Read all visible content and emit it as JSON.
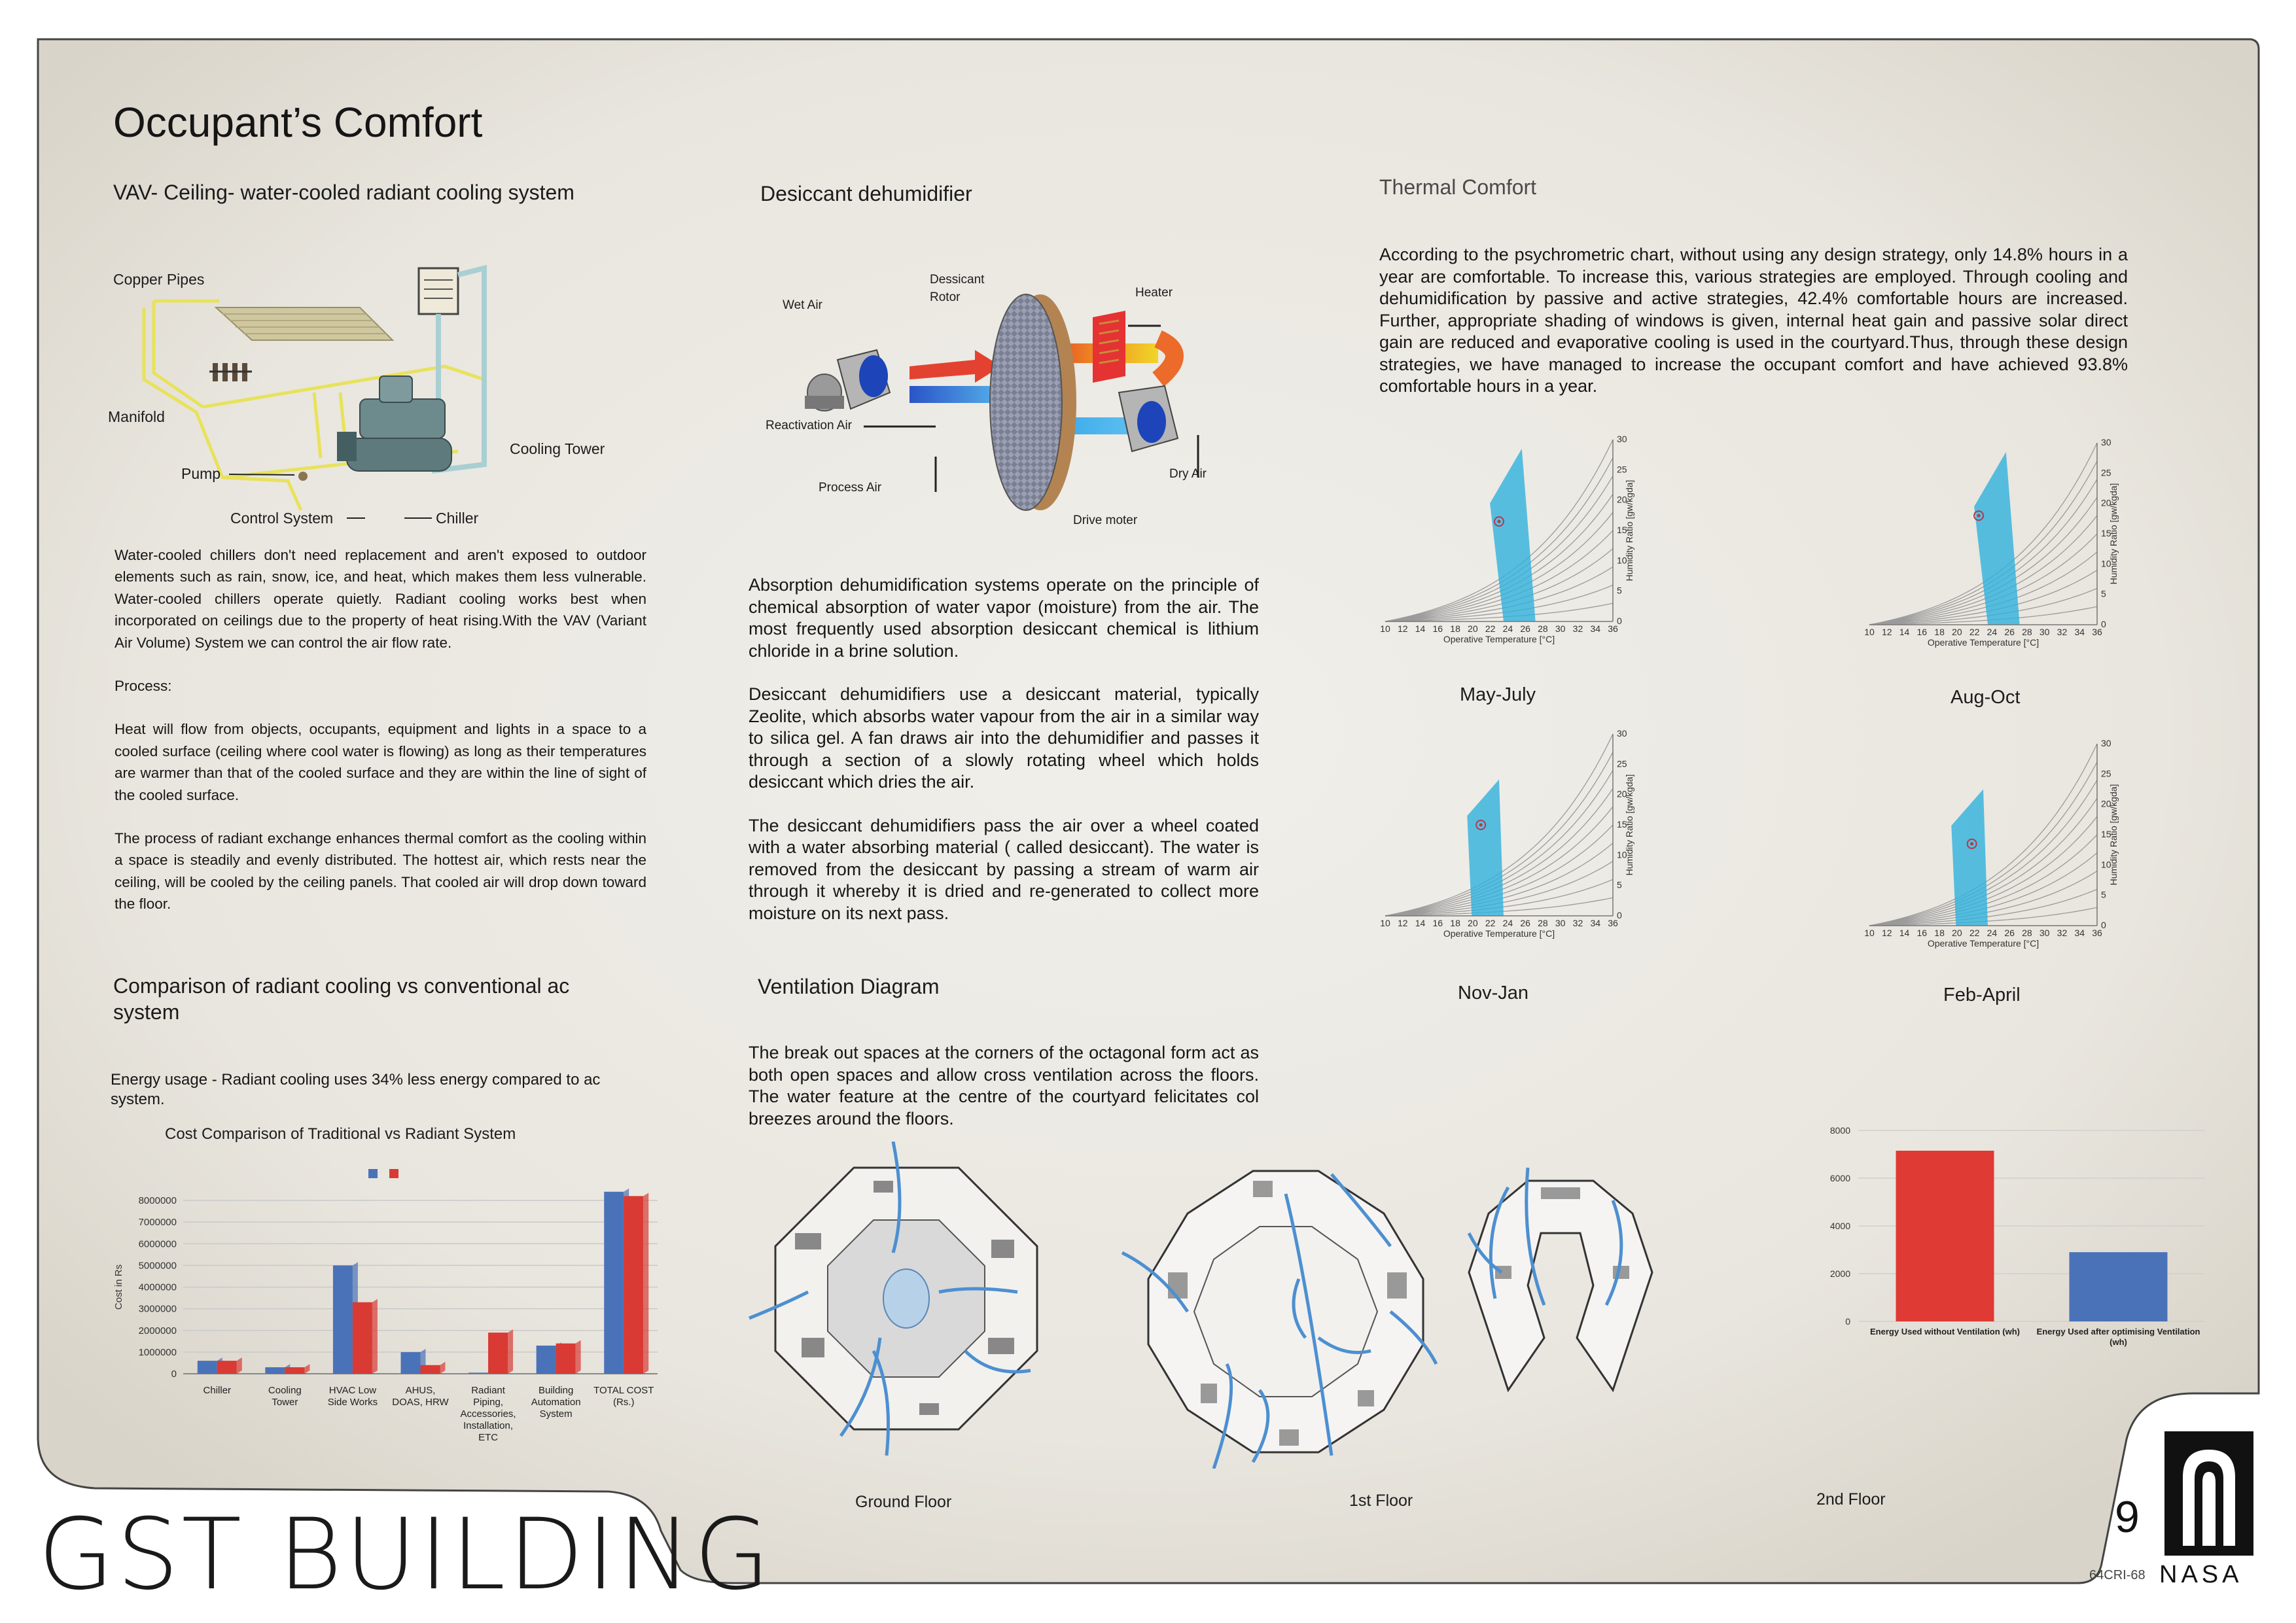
{
  "page": {
    "title": "Occupant’s Comfort",
    "building_name": "GST BUILDING",
    "page_number": "9",
    "code": "64CRI-68",
    "logo_text": "NASA"
  },
  "radiant": {
    "heading": "VAV- Ceiling- water-cooled radiant cooling system",
    "labels": {
      "copper_pipes": "Copper Pipes",
      "manifold": "Manifold",
      "pump": "Pump",
      "cooling_tower": "Cooling Tower",
      "control_system": "Control System",
      "chiller": "Chiller"
    },
    "intro": "Water-cooled chillers don't need replacement and aren't exposed to outdoor elements such as rain, snow, ice, and heat, which makes them less vulnerable. Water-cooled chillers operate quietly. Radiant cooling works best when incorporated on ceilings due to the property of heat rising.With the VAV (Variant Air Volume) System we can control the air flow rate.",
    "process_label": "Process:",
    "process_1": "Heat will flow from objects, occupants, equipment and lights in a space to a cooled surface (ceiling where cool water is flowing) as long as their temperatures are warmer than that of the cooled surface and they are within the line of sight of the cooled surface.",
    "process_2": "The process of radiant exchange enhances thermal comfort as the cooling within a space is steadily and evenly distributed. The hottest air, which rests near the ceiling, will be cooled by the ceiling panels. That cooled air will drop down toward the floor."
  },
  "comparison": {
    "heading": "Comparison of radiant cooling vs conventional ac system",
    "energy_text": "Energy usage - Radiant cooling uses 34% less energy compared to ac system."
  },
  "desiccant": {
    "heading": "Desiccant dehumidifier",
    "labels": {
      "wet_air": "Wet Air",
      "dessicant_rotor_1": "Dessicant",
      "dessicant_rotor_2": "Rotor",
      "heater": "Heater",
      "reactivation_air": "Reactivation Air",
      "process_air": "Process Air",
      "dry_air": "Dry Air",
      "drive_moter": "Drive moter"
    },
    "para_1": "Absorption dehumidification systems operate on the principle of chemical absorption of water vapor (moisture) from the air. The most frequently used absorption desiccant chemical is lithium chloride in a brine solution.",
    "para_2": "Desiccant dehumidifiers use a desiccant material, typically Zeolite, which absorbs water vapour from the air in a similar way to silica gel. A fan draws air into the dehumidifier and passes it through a section of a slowly rotating wheel which holds desiccant which dries the air.",
    "para_3": "The desiccant dehumidifiers pass the air over a wheel coated with a water absorbing material ( called desiccant). The water is removed from the desiccant by passing a stream of warm air through it whereby it is dried and re-generated to collect more moisture on its next pass."
  },
  "ventilation": {
    "heading": "Ventilation Diagram",
    "text": "The break out spaces at the corners of the octagonal form act as both open spaces and allow cross ventilation across the floors. The water feature at the centre of the courtyard felicitates col breezes around the floors.",
    "floors": [
      "Ground Floor",
      "1st Floor",
      "2nd Floor"
    ]
  },
  "thermal": {
    "heading": "Thermal Comfort",
    "text": "According to the psychrometric chart, without using any design strategy, only 14.8% hours in a year are comfortable. To increase this, various strategies are employed. Through cooling and dehumidification by passive and active strategies, 42.4% comfortable hours are increased. Further, appropriate shading of windows is given, internal heat gain and passive solar direct gain are reduced and evaporative cooling is used in the courtyard.Thus, through these design strategies, we have managed to increase the occupant comfort and have achieved 93.8% comfortable hours in a year.",
    "seasons": [
      "May-July",
      "Aug-Oct",
      "Nov-Jan",
      "Feb-April"
    ],
    "psy_xlabel": "Operative Temperature [°C]",
    "psy_ylabel": "Humidity Ratio [gw/kgda]",
    "psy_xticks": [
      "10",
      "12",
      "14",
      "16",
      "18",
      "20",
      "22",
      "24",
      "26",
      "28",
      "30",
      "32",
      "34",
      "36"
    ],
    "psy_yticks": [
      "0",
      "5",
      "10",
      "15",
      "20",
      "25",
      "30"
    ]
  },
  "chart_data": [
    {
      "type": "bar",
      "title": "Cost Comparison of Traditional vs Radiant System",
      "ylabel": "Cost in Rs",
      "ylim": [
        0,
        8000000
      ],
      "yticks": [
        "0",
        "1000000",
        "2000000",
        "3000000",
        "4000000",
        "5000000",
        "6000000",
        "7000000",
        "8000000"
      ],
      "categories": [
        "Chiller",
        "Cooling Tower",
        "HVAC Low Side Works",
        "AHUS, DOAS, HRW",
        "Radiant Piping, Accessories, Installation, ETC",
        "Building Automation System",
        "TOTAL COST (Rs.)"
      ],
      "series": [
        {
          "color": "#4a72b8",
          "values": [
            600000,
            300000,
            5000000,
            1000000,
            50000,
            1300000,
            8400000
          ]
        },
        {
          "color": "#d93a33",
          "values": [
            600000,
            300000,
            3300000,
            400000,
            1900000,
            1400000,
            8200000
          ]
        }
      ],
      "legend": "top"
    },
    {
      "type": "bar",
      "ylim": [
        0,
        8000
      ],
      "yticks": [
        "0",
        "2000",
        "4000",
        "6000",
        "8000"
      ],
      "categories": [
        "Energy Used without Ventilation (wh)",
        "Energy Used after optimising Ventilation (wh)"
      ],
      "values": [
        7150,
        2900
      ],
      "colors": [
        "#df3a33",
        "#4a72b8"
      ]
    }
  ]
}
